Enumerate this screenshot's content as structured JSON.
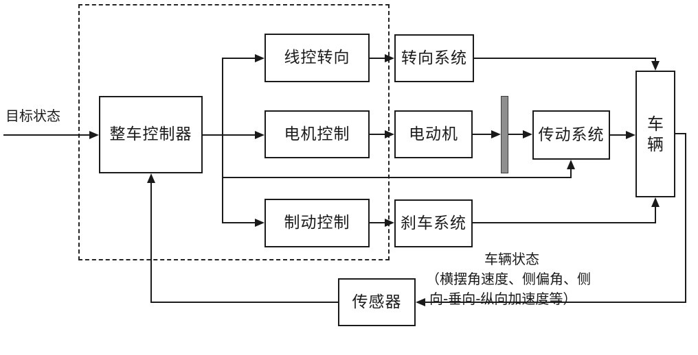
{
  "diagram": {
    "input_label": "目标状态",
    "nodes": {
      "vehicle_controller": {
        "label": "整车控制器"
      },
      "wire_steering": {
        "label": "线控转向"
      },
      "steering_system": {
        "label": "转向系统"
      },
      "motor_control": {
        "label": "电机控制"
      },
      "electric_motor": {
        "label": "电动机"
      },
      "transmission": {
        "label": "传动系统"
      },
      "vehicle": {
        "label": "车辆"
      },
      "brake_control": {
        "label": "制动控制"
      },
      "brake_system": {
        "label": "刹车系统"
      },
      "sensor": {
        "label": "传感器"
      }
    },
    "feedback_label": {
      "line1": "车辆状态",
      "line2": "（横摆角速度、侧偏角、侧",
      "line3": "向-垂向-纵向加速度等）"
    },
    "colors": {
      "line": "#1a1a1a",
      "box_border": "#1a1a1a",
      "background": "#ffffff",
      "coupling_fill": "#8f8f8f"
    }
  }
}
